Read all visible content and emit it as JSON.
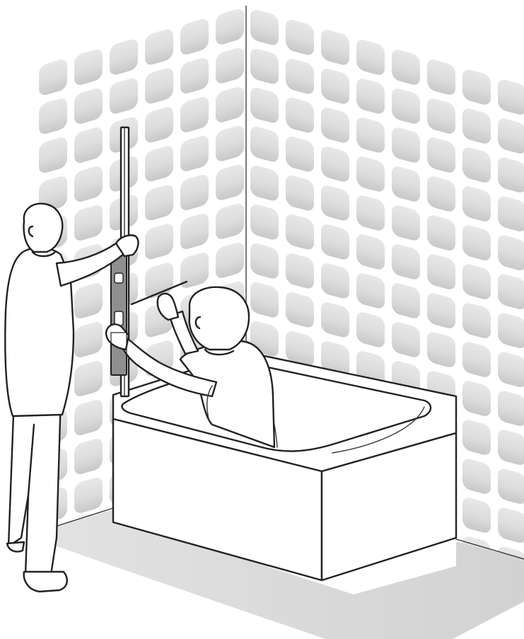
{
  "figure": {
    "subject": "bathroom-shower-screen-installation",
    "colors": {
      "background": "#ffffff",
      "tile_light": "#e6e6e6",
      "tile_dark": "#c9c9c9",
      "floor_shadow": "#d8d8d8",
      "line": "#222222",
      "spirit_level": "#8f8f8f"
    },
    "icons": [
      "standing-installer",
      "kneeling-installer",
      "spirit-level",
      "pencil",
      "bathtub",
      "wall-profile-rail",
      "tiled-wall-left",
      "tiled-wall-right"
    ]
  }
}
